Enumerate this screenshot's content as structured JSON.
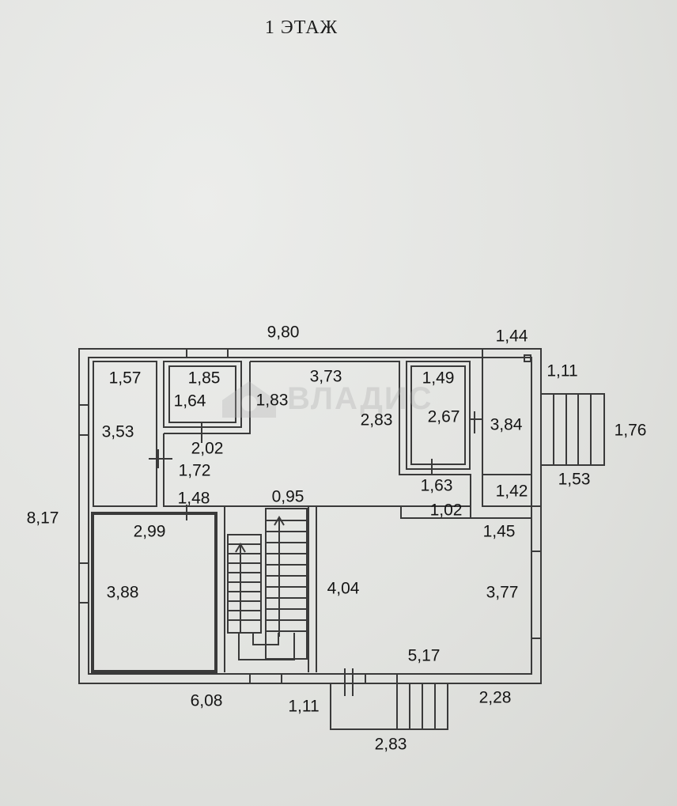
{
  "title": "1 ЭТАЖ",
  "watermark": "ВЛАДИС",
  "dimensions": [
    {
      "id": "overall-width",
      "text": "9,80"
    },
    {
      "id": "overall-height",
      "text": "8,17"
    },
    {
      "id": "porch-top-width",
      "text": "1,44"
    },
    {
      "id": "porch-top-offset",
      "text": "1,11"
    },
    {
      "id": "porch-right-height",
      "text": "1,76"
    },
    {
      "id": "porch-right-width",
      "text": "1,53"
    },
    {
      "id": "room-a-width",
      "text": "1,57"
    },
    {
      "id": "room-a-height",
      "text": "3,53"
    },
    {
      "id": "room-b-width",
      "text": "1,85"
    },
    {
      "id": "room-b-height",
      "text": "1,64"
    },
    {
      "id": "room-c-width",
      "text": "3,73"
    },
    {
      "id": "room-c-height-left",
      "text": "1,83"
    },
    {
      "id": "room-c-height-right",
      "text": "2,83"
    },
    {
      "id": "room-d-width",
      "text": "1,49"
    },
    {
      "id": "room-d-height",
      "text": "2,67"
    },
    {
      "id": "room-e-height",
      "text": "3,84"
    },
    {
      "id": "hall-width",
      "text": "2,02"
    },
    {
      "id": "hall-height",
      "text": "1,72"
    },
    {
      "id": "hall-bottom",
      "text": "1,48"
    },
    {
      "id": "stair-width",
      "text": "0,95"
    },
    {
      "id": "room-f-width",
      "text": "1,63"
    },
    {
      "id": "room-f-height",
      "text": "1,02"
    },
    {
      "id": "room-g-width",
      "text": "1,42"
    },
    {
      "id": "room-h-width",
      "text": "1,45"
    },
    {
      "id": "room-i-width",
      "text": "2,99"
    },
    {
      "id": "room-i-height",
      "text": "3,88"
    },
    {
      "id": "room-j-height",
      "text": "4,04"
    },
    {
      "id": "room-j-right",
      "text": "3,77"
    },
    {
      "id": "room-j-width",
      "text": "5,17"
    },
    {
      "id": "bottom-left-width",
      "text": "6,08"
    },
    {
      "id": "porch-bottom-offset",
      "text": "1,11"
    },
    {
      "id": "porch-bottom-width",
      "text": "2,28"
    },
    {
      "id": "porch-bottom-total",
      "text": "2,83"
    }
  ]
}
